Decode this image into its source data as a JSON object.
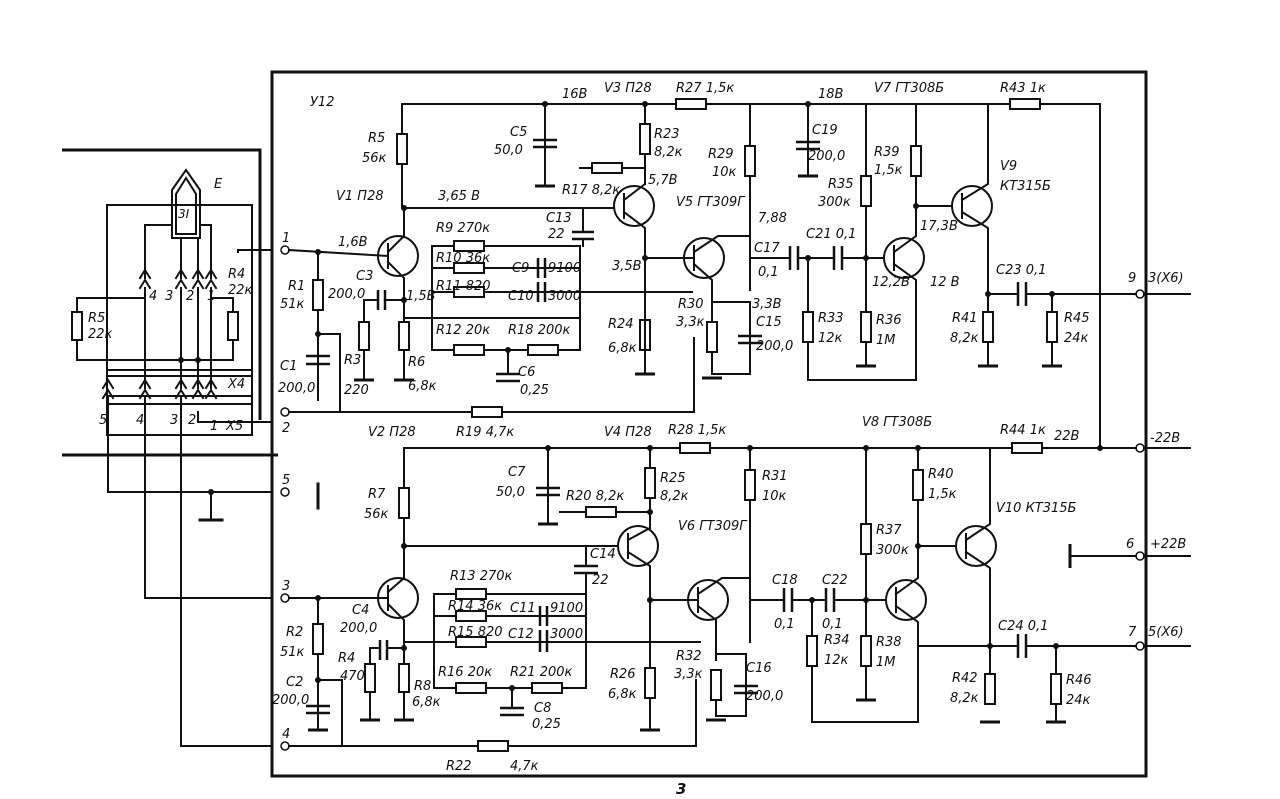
{
  "block_label": "У12",
  "figure_label": "3",
  "tube_label": "E",
  "tube_glyph": "3I",
  "supply": {
    "v16": "16В",
    "v18": "18В",
    "minus22": "-22В",
    "plus22": "+22В",
    "v22": "22В"
  },
  "outputs": {
    "out9": "3(Х6)",
    "out7": "5(Х6)"
  },
  "connectors": {
    "x4": "Х4",
    "x5": "Х5"
  },
  "pins": {
    "p1": "1",
    "p2": "2",
    "p3": "3",
    "p4": "4",
    "p5": "5",
    "p6": "6",
    "p7": "7",
    "p9": "9",
    "c1": "1",
    "c2": "2",
    "c3": "3",
    "c4": "4",
    "c5": "5"
  },
  "transistors": {
    "V1": "V1 П28",
    "V2": "V2 П28",
    "V3": "V3 П28",
    "V4": "V4 П28",
    "V5": "V5 ГТ309Г",
    "V6": "V6 ГТ309Г",
    "V7": "V7 ГТ308Б",
    "V8": "V8 ГТ308Б",
    "V9": "V9",
    "V9type": "КТ315Б",
    "V10": "V10 КТ315Б"
  },
  "voltages": {
    "v1b": "1,6В",
    "v1c": "3,65 В",
    "v1e": "1,5В",
    "v5b": "3,5В",
    "v5e": "3,3В",
    "v3e": "5,7В",
    "v7c": "7,88",
    "v9b": "17,3В",
    "v7e": "12,2В",
    "v9e": "12 В"
  },
  "resistors": {
    "R1": "R1",
    "R1v": "51к",
    "R2": "R2",
    "R2v": "51к",
    "R3": "R3",
    "R3v": "220",
    "R4": "R4",
    "R4v": "470",
    "R5": "R5",
    "R5v": "56к",
    "R6": "R6",
    "R6v": "6,8к",
    "R7": "R7",
    "R7v": "56к",
    "R8": "R8",
    "R8v": "6,8к",
    "R9": "R9 270к",
    "R10": "R10 36к",
    "R11": "R11 820",
    "R12": "R12 20к",
    "R13": "R13 270к",
    "R14": "R14 36к",
    "R15": "R15 820",
    "R16": "R16 20к",
    "R17": "R17 8,2к",
    "R18": "R18 200к",
    "R19": "R19 4,7к",
    "R20": "R20 8,2к",
    "R21": "R21 200к",
    "R22": "R22",
    "R22v": "4,7к",
    "R23": "R23",
    "R23v": "8,2к",
    "R24": "R24",
    "R24v": "6,8к",
    "R25": "R25",
    "R25v": "8,2к",
    "R26": "R26",
    "R26v": "6,8к",
    "R27": "R27 1,5к",
    "R28": "R28 1,5к",
    "R29": "R29",
    "R29v": "10к",
    "R30": "R30",
    "R30v": "3,3к",
    "R31": "R31",
    "R31v": "10к",
    "R32": "R32",
    "R32v": "3,3к",
    "R33": "R33",
    "R33v": "12к",
    "R34": "R34",
    "R34v": "12к",
    "R35": "R35",
    "R35v": "300к",
    "R36": "R36",
    "R36v": "1М",
    "R37": "R37",
    "R37v": "300к",
    "R38": "R38",
    "R38v": "1М",
    "R39": "R39",
    "R39v": "1,5к",
    "R40": "R40",
    "R40v": "1,5к",
    "R41": "R41",
    "R41v": "8,2к",
    "R42": "R42",
    "R42v": "8,2к",
    "R43": "R43 1к",
    "R44": "R44 1к",
    "R45": "R45",
    "R45v": "24к",
    "R46": "R46",
    "R46v": "24к",
    "R4x": "R4",
    "R4xv": "22к",
    "R5x": "R5",
    "R5xv": "22к"
  },
  "capacitors": {
    "C1": "C1",
    "C1v": "200,0",
    "C2": "C2",
    "C2v": "200,0",
    "C3": "C3",
    "C3v": "200,0",
    "C4": "C4",
    "C4v": "200,0",
    "C5": "C5",
    "C5v": "50,0",
    "C6": "C6",
    "C6v": "0,25",
    "C7": "C7",
    "C7v": "50,0",
    "C8": "C8",
    "C8v": "0,25",
    "C9": "C9",
    "C9v": "9100",
    "C10": "C10",
    "C10v": "3000",
    "C11": "C11",
    "C11v": "9100",
    "C12": "C12",
    "C12v": "3000",
    "C13": "C13",
    "C13v": "22",
    "C14": "C14",
    "C14v": "22",
    "C15": "C15",
    "C15v": "200,0",
    "C16": "C16",
    "C16v": "200,0",
    "C17": "C17",
    "C17v": "0,1",
    "C18": "C18",
    "C18v": "0,1",
    "C19": "C19",
    "C19v": "200,0",
    "C21": "C21 0,1",
    "C22": "C22",
    "C22v": "0,1",
    "C23": "C23 0,1",
    "C24": "C24 0,1"
  }
}
